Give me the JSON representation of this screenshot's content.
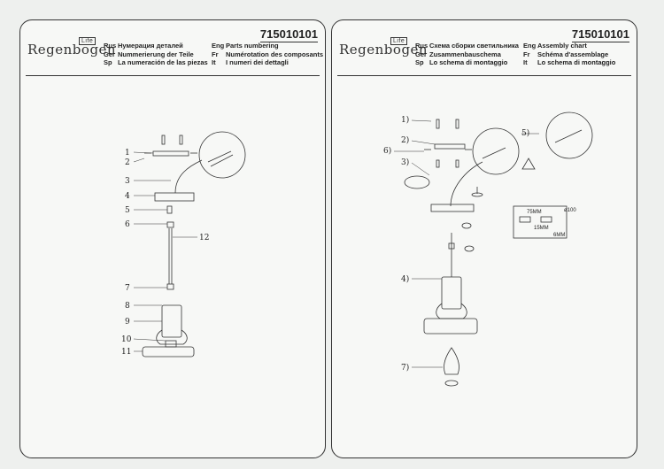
{
  "left": {
    "brand": "Regenbogen",
    "brand_tag": "Life",
    "article_number": "715010101",
    "header": [
      {
        "code_a": "Rus",
        "text_a": "Нумерация деталей",
        "code_b": "Eng",
        "text_b": "Parts numbering"
      },
      {
        "code_a": "Ger",
        "text_a": "Nummerierung der Teile",
        "code_b": "Fr",
        "text_b": "Numérotation des composants"
      },
      {
        "code_a": "Sp",
        "text_a": "La numeración de las piezas",
        "code_b": "It",
        "text_b": "I numeri dei dettagli"
      }
    ],
    "part_labels": [
      "1",
      "2",
      "3",
      "4",
      "5",
      "6",
      "7",
      "8",
      "9",
      "10",
      "11",
      "12"
    ]
  },
  "right": {
    "brand": "Regenbogen",
    "brand_tag": "Life",
    "article_number": "715010101",
    "header": [
      {
        "code_a": "Rus",
        "text_a": "Схема сборки светильника",
        "code_b": "Eng",
        "text_b": "Assembly chart"
      },
      {
        "code_a": "Ger",
        "text_a": "Zusammenbauschema",
        "code_b": "Fr",
        "text_b": "Schéma d'assemblage"
      },
      {
        "code_a": "Sp",
        "text_a": "Lo schema di montaggio",
        "code_b": "It",
        "text_b": "Lo schema di montaggio"
      }
    ],
    "step_labels": [
      "1)",
      "2)",
      "3)",
      "4)",
      "5)",
      "6)",
      "7)"
    ],
    "dimensions": {
      "d1": "75MM",
      "d2": "15MM",
      "d3": "ø100",
      "d4": "6MM"
    }
  }
}
